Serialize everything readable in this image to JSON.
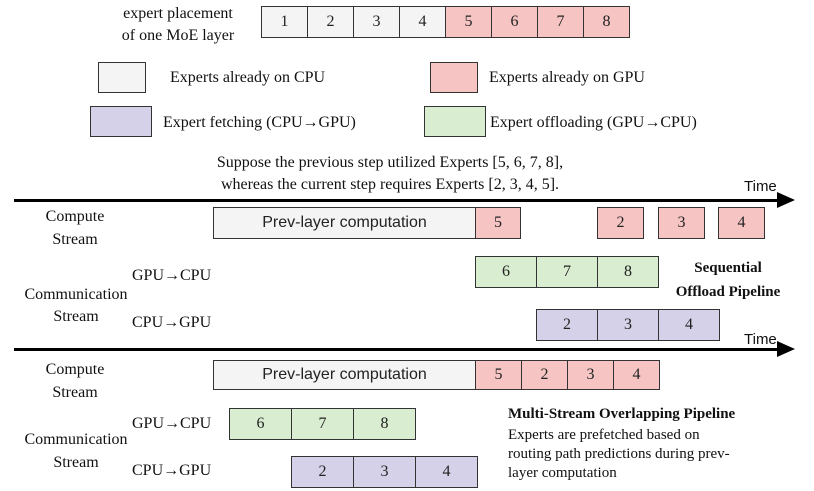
{
  "placement": {
    "label_line1": "expert placement",
    "label_line2": "of one MoE layer",
    "experts": [
      "1",
      "2",
      "3",
      "4",
      "5",
      "6",
      "7",
      "8"
    ],
    "location": [
      "cpu",
      "cpu",
      "cpu",
      "cpu",
      "gpu",
      "gpu",
      "gpu",
      "gpu"
    ]
  },
  "legend": {
    "cpu": "Experts already on CPU",
    "gpu": "Experts already on GPU",
    "fetch": "Expert fetching (CPU→GPU)",
    "offload": "Expert offloading (GPU→CPU)"
  },
  "caption": {
    "line1": "Suppose the previous step utilized Experts [5, 6, 7, 8],",
    "line2": "whereas the current step requires Experts [2, 3, 4, 5]."
  },
  "time_label": "Time",
  "stream_labels": {
    "compute_line1": "Compute",
    "compute_line2": "Stream",
    "comm_line1": "Communication",
    "comm_line2": "Stream",
    "gpu_to_cpu": "GPU→CPU",
    "cpu_to_gpu": "CPU→GPU"
  },
  "sequential": {
    "title_line1": "Sequential",
    "title_line2": "Offload Pipeline",
    "prev_layer": "Prev-layer computation",
    "compute_experts": [
      "5",
      "2",
      "3",
      "4"
    ],
    "offload_experts": [
      "6",
      "7",
      "8"
    ],
    "fetch_experts": [
      "2",
      "3",
      "4"
    ]
  },
  "overlapping": {
    "title": "Multi-Stream Overlapping Pipeline",
    "desc_line1": "Experts are prefetched based on",
    "desc_line2": "routing path predictions during prev-",
    "desc_line3": "layer computation",
    "prev_layer": "Prev-layer computation",
    "compute_experts": [
      "5",
      "2",
      "3",
      "4"
    ],
    "offload_experts": [
      "6",
      "7",
      "8"
    ],
    "fetch_experts": [
      "2",
      "3",
      "4"
    ]
  },
  "colors": {
    "cpu": "#f4f4f4",
    "gpu": "#f7c4c4",
    "fetch": "#d5d1e8",
    "offload": "#d9edd0"
  }
}
